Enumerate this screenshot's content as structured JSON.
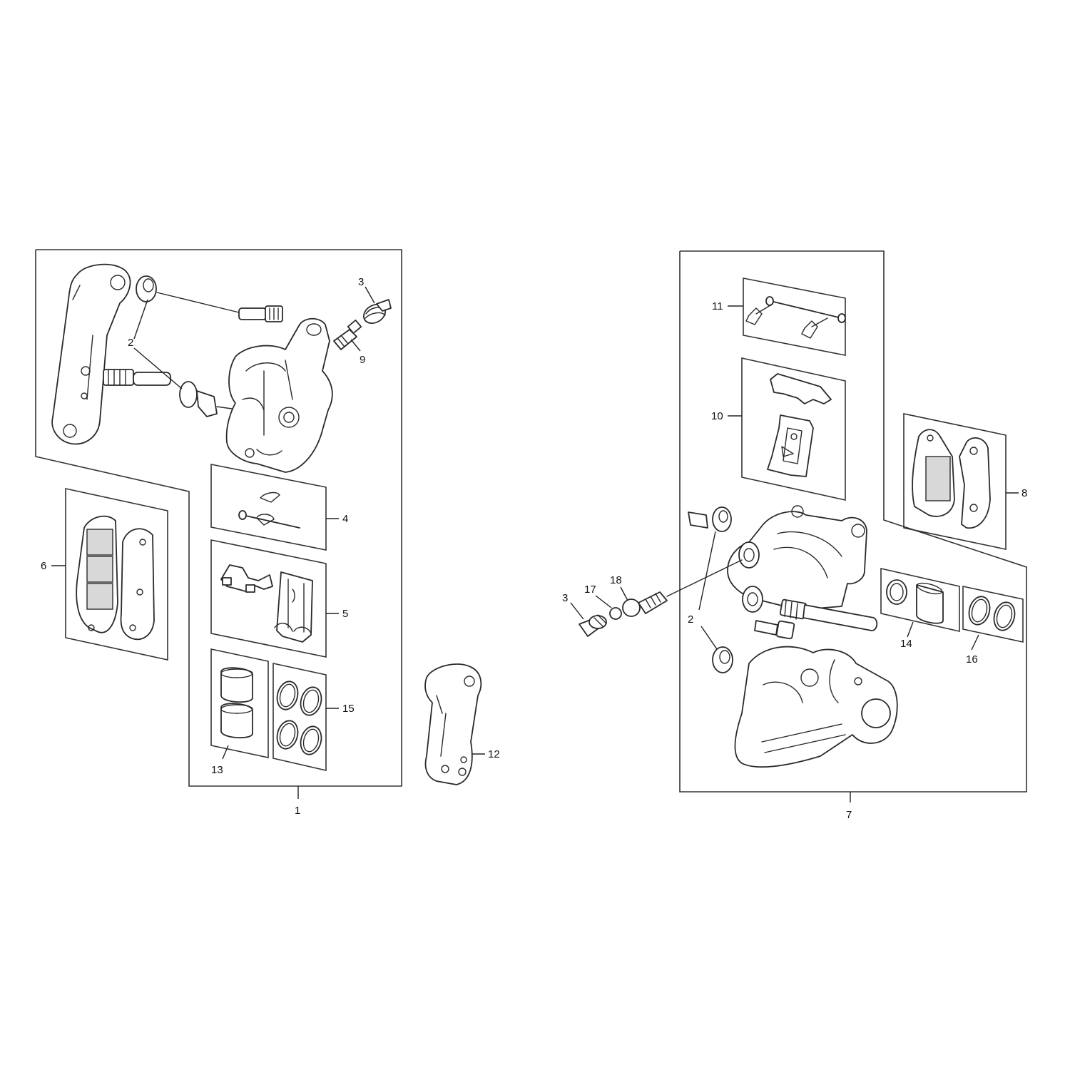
{
  "callouts": {
    "c1": "1",
    "c2a": "2",
    "c3a": "3",
    "c4": "4",
    "c5": "5",
    "c6": "6",
    "c7": "7",
    "c8": "8",
    "c9": "9",
    "c10": "10",
    "c11": "11",
    "c12": "12",
    "c13": "13",
    "c14": "14",
    "c15": "15",
    "c16": "16",
    "c17": "17",
    "c18": "18",
    "c2b": "2",
    "c3b": "3"
  },
  "colors": {
    "line": "#2a2a2a",
    "background": "#ffffff"
  }
}
